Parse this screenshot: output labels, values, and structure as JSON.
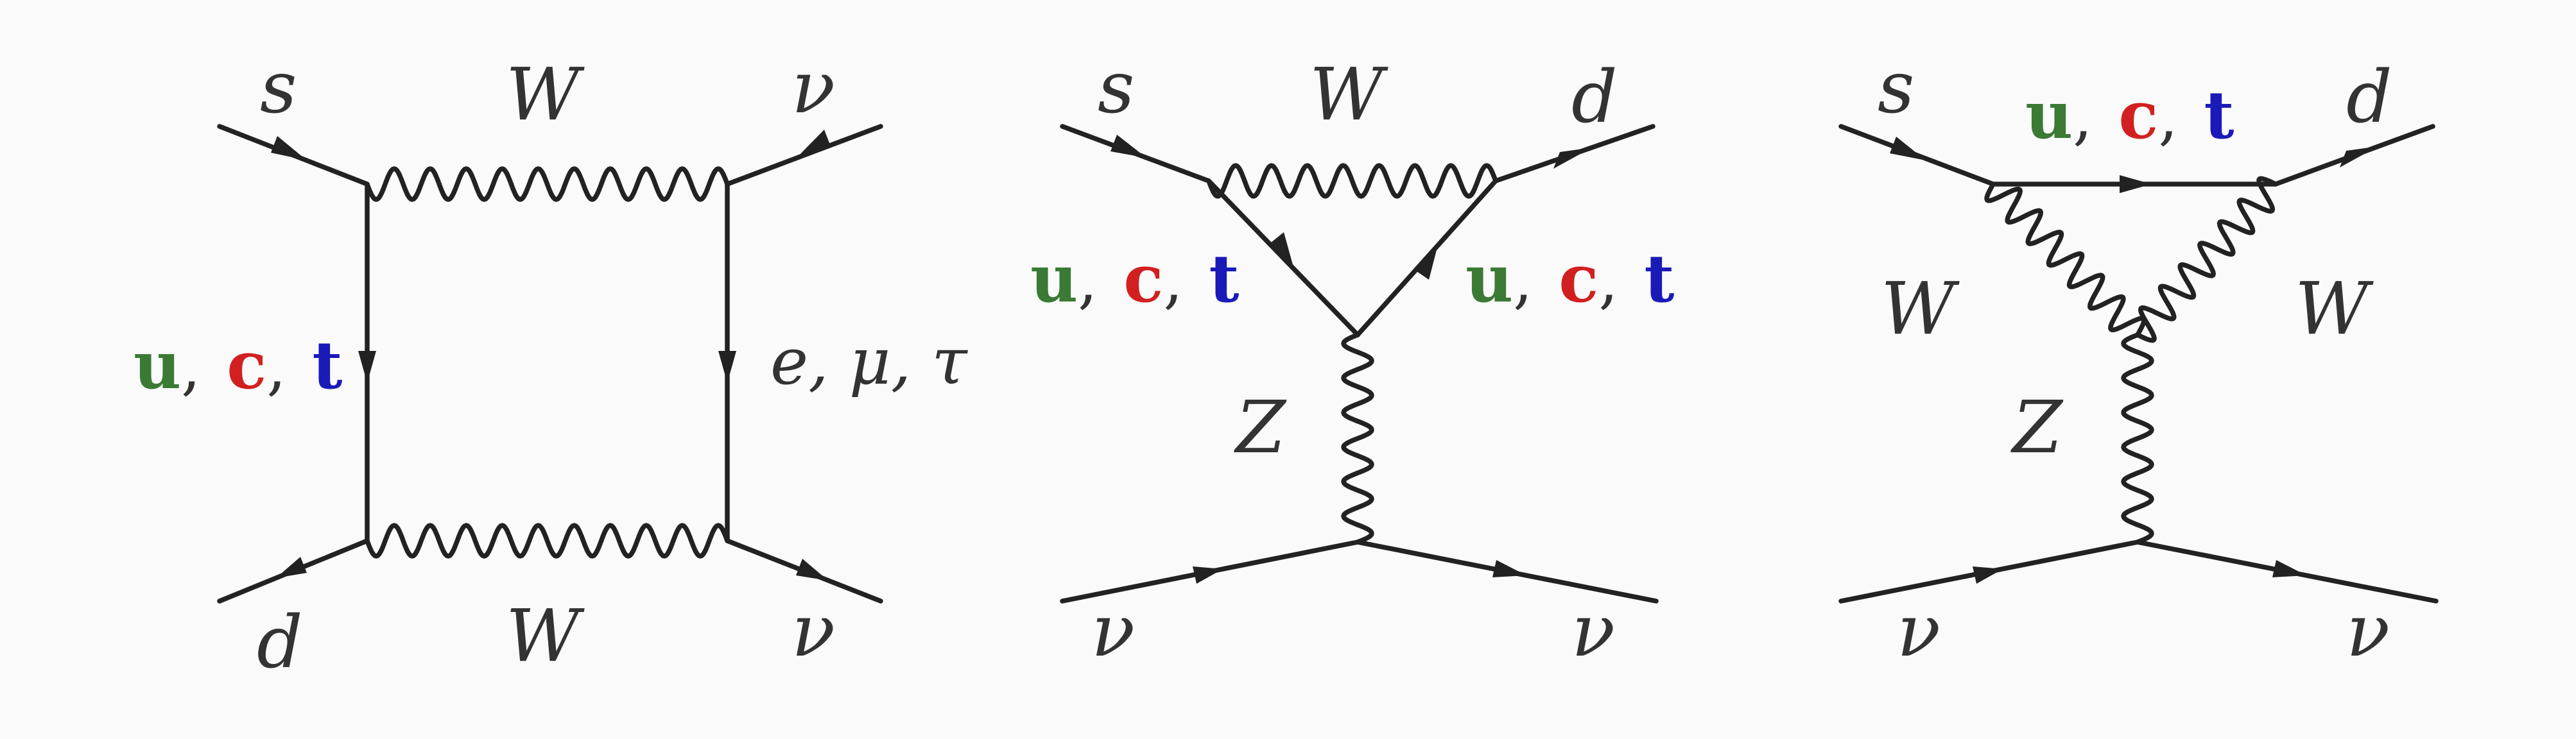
{
  "colors": {
    "background": "#fafafa",
    "line": "#222222",
    "label": "#333333",
    "u": "#3a7a34",
    "c": "#d22020",
    "t": "#1a1ab8"
  },
  "diagrams": [
    {
      "name": "box",
      "labels": {
        "top_left": "s",
        "top_right": "ν",
        "bottom_left": "d",
        "bottom_right": "ν",
        "top_boson": "W",
        "bottom_boson": "W",
        "right_propagator": "e, μ, τ"
      },
      "quarks": {
        "u": "u",
        "c": "c",
        "t": "t",
        "sep": ","
      }
    },
    {
      "name": "penguin-z-quark",
      "labels": {
        "top_left": "s",
        "top_right": "d",
        "top_boson": "W",
        "z_boson": "Z",
        "bottom_left": "ν",
        "bottom_right": "ν"
      },
      "quarks_left": {
        "u": "u",
        "c": "c",
        "t": "t",
        "sep": ","
      },
      "quarks_right": {
        "u": "u",
        "c": "c",
        "t": "t",
        "sep": ","
      }
    },
    {
      "name": "penguin-z-w",
      "labels": {
        "top_left": "s",
        "top_right": "d",
        "left_boson": "W",
        "right_boson": "W",
        "z_boson": "Z",
        "bottom_left": "ν",
        "bottom_right": "ν"
      },
      "quarks": {
        "u": "u",
        "c": "c",
        "t": "t",
        "sep": ","
      }
    }
  ]
}
